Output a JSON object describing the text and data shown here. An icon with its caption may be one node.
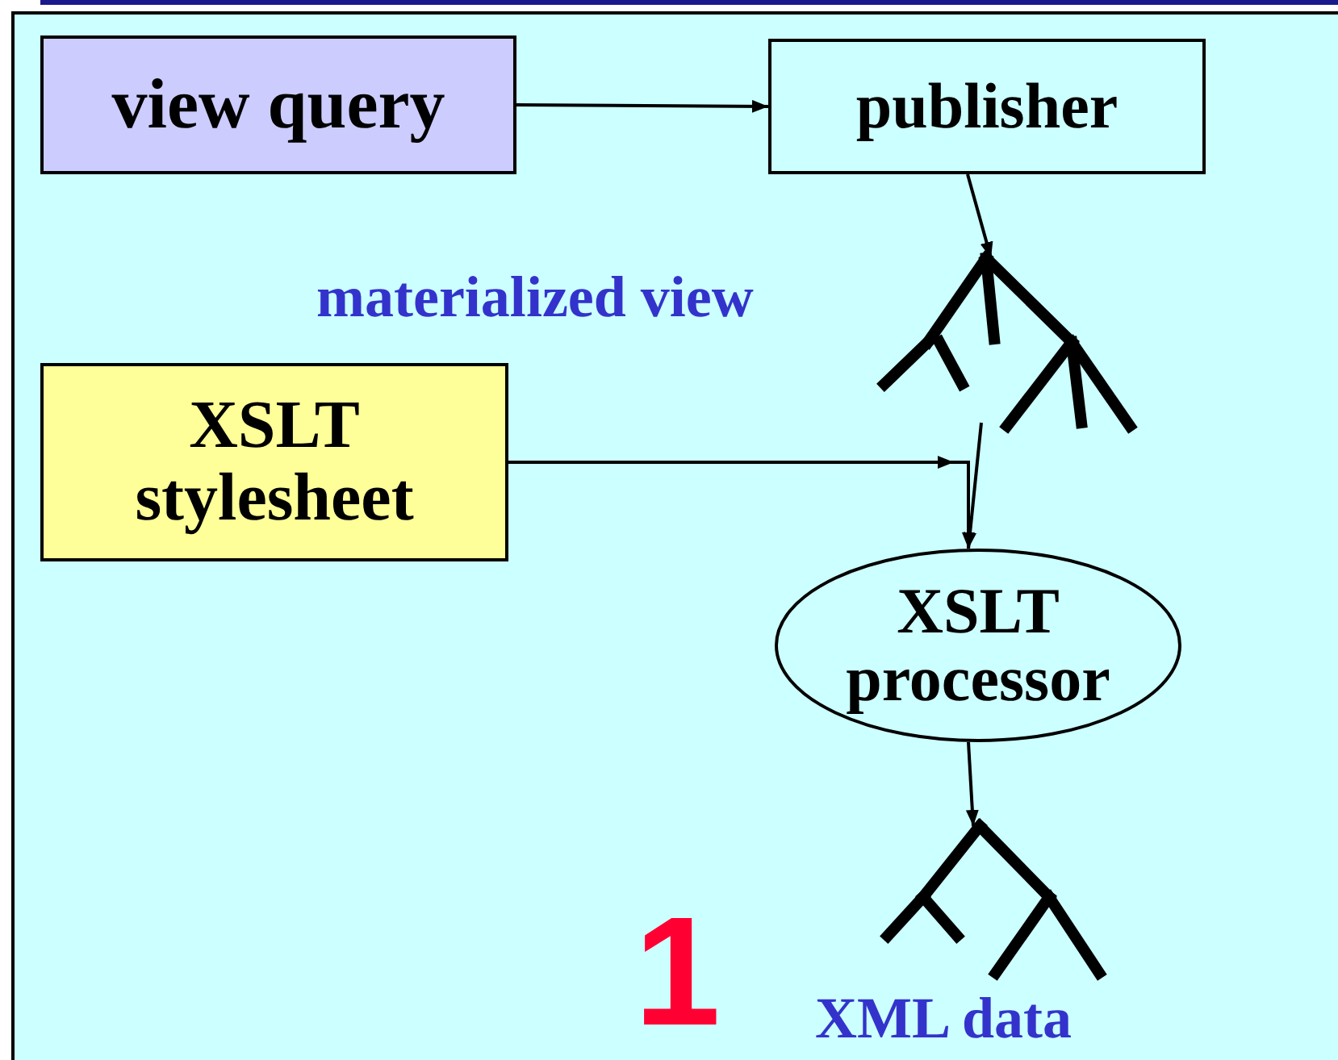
{
  "diagram": {
    "nodes": [
      {
        "text": [
          "view query"
        ]
      },
      {
        "text": [
          "publisher"
        ]
      },
      {
        "text": [],
        "shape": "picture"
      },
      {
        "text": [
          "XSLT stylesheet"
        ]
      },
      {
        "text": [
          "XSLT processor"
        ]
      },
      {
        "text": [],
        "shape": "picture",
        "beside": [
          "XML data"
        ]
      }
    ],
    "edges": [
      {
        "from": 0,
        "to": 1,
        "arrow": "to"
      },
      {
        "from": 1,
        "to": 2,
        "arrow": "to"
      },
      {
        "from": 2,
        "to": 4,
        "arrow": "to"
      },
      {
        "from": 3,
        "to": 4,
        "arrow": "to"
      },
      {
        "from": 4,
        "to": 5,
        "arrow": "to"
      }
    ],
    "labels": [
      "materialized view",
      "1"
    ]
  }
}
